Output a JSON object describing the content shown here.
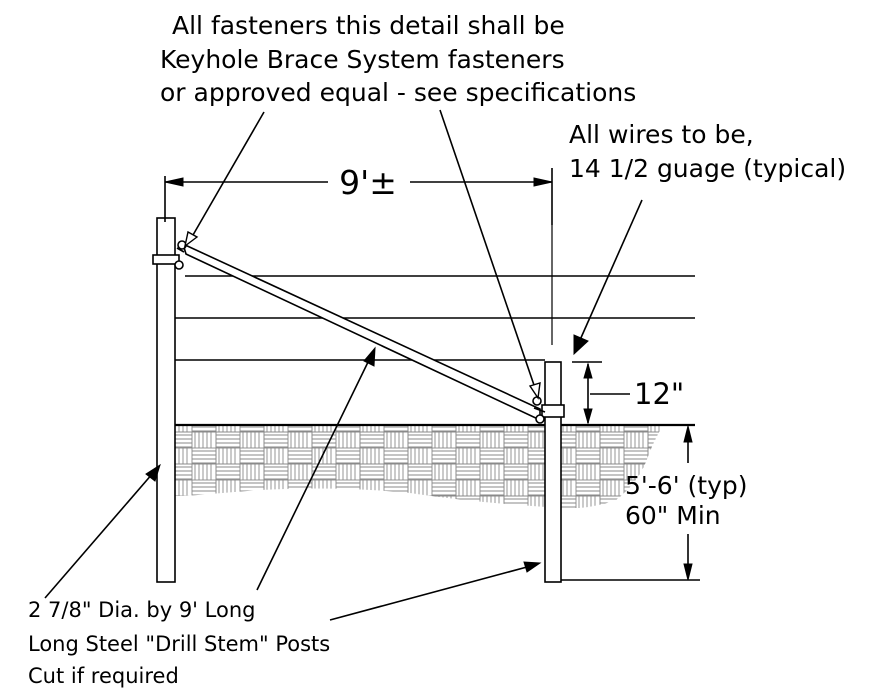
{
  "diagram": {
    "fastener_note": [
      "All fasteners this detail shall be",
      "Keyhole Brace System fasteners",
      "or approved equal - see specifications"
    ],
    "wire_note": [
      "All wires to be,",
      "14 1/2 guage (typical)"
    ],
    "span_dimension": "9'±",
    "above_ground_dimension": "12\"",
    "depth_dimension": [
      "5'-6' (typ)",
      "60\" Min"
    ],
    "post_note": [
      "2 7/8\" Dia. by 9' Long",
      "Long Steel \"Drill Stem\" Posts",
      "Cut if required"
    ]
  }
}
